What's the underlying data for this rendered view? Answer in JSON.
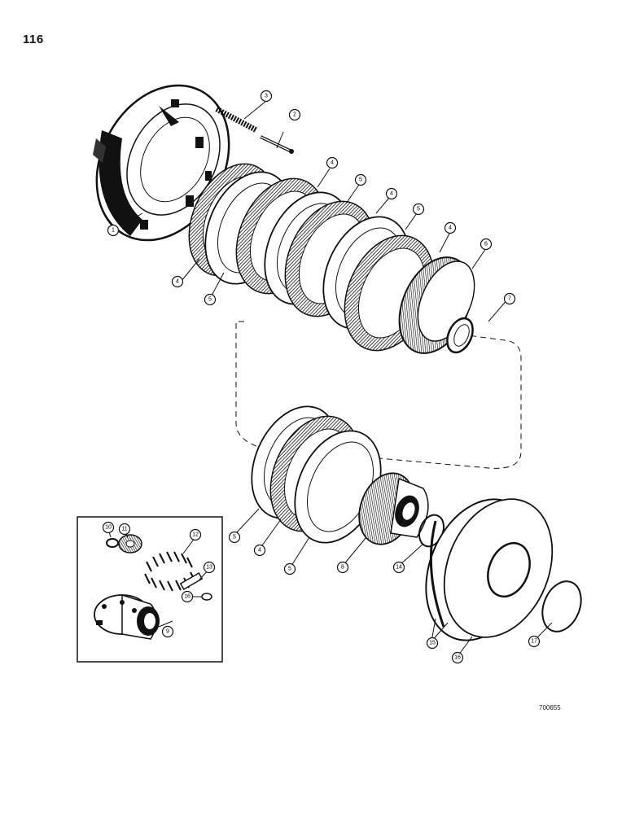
{
  "page_number": "116",
  "drawing_code": "700655",
  "callouts": [
    {
      "id": "c1",
      "label": "1"
    },
    {
      "id": "c2",
      "label": "2"
    },
    {
      "id": "c3",
      "label": "3"
    },
    {
      "id": "c4a",
      "label": "4"
    },
    {
      "id": "c4b",
      "label": "4"
    },
    {
      "id": "c4c",
      "label": "4"
    },
    {
      "id": "c4d",
      "label": "4"
    },
    {
      "id": "c4e",
      "label": "4"
    },
    {
      "id": "c5a",
      "label": "5"
    },
    {
      "id": "c5b",
      "label": "5"
    },
    {
      "id": "c5c",
      "label": "5"
    },
    {
      "id": "c5d",
      "label": "5"
    },
    {
      "id": "c5e",
      "label": "5"
    },
    {
      "id": "c6",
      "label": "6"
    },
    {
      "id": "c7",
      "label": "7"
    },
    {
      "id": "c8",
      "label": "8"
    },
    {
      "id": "c9",
      "label": "9"
    },
    {
      "id": "c10",
      "label": "10"
    },
    {
      "id": "c11",
      "label": "11"
    },
    {
      "id": "c12",
      "label": "12"
    },
    {
      "id": "c13",
      "label": "13"
    },
    {
      "id": "c14",
      "label": "14"
    },
    {
      "id": "c15",
      "label": "15"
    },
    {
      "id": "c16a",
      "label": "16"
    },
    {
      "id": "c16b",
      "label": "16"
    },
    {
      "id": "c17",
      "label": "17"
    }
  ]
}
